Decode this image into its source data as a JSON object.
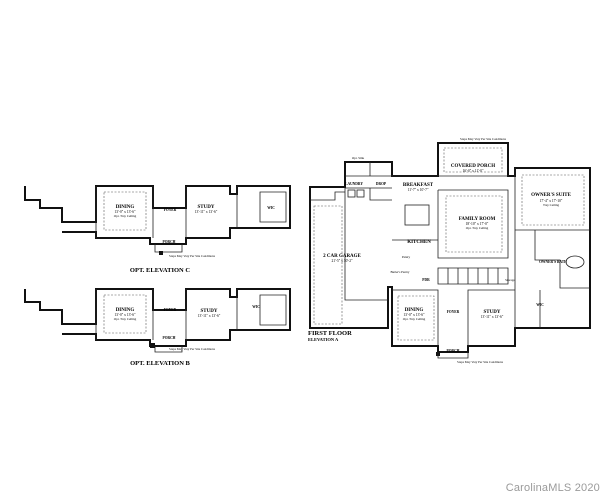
{
  "watermark": "CarolinaMLS 2020",
  "opt_c": {
    "title": "OPT. ELEVATION C",
    "dining": {
      "name": "DINING",
      "dims": "13'-0\" x 13'-6\"",
      "note": "Opt. Tray Ceiling"
    },
    "foyer": "FOYER",
    "study": {
      "name": "STUDY",
      "dims": "13'-11\" x 13'-6\""
    },
    "wic": "WIC",
    "porch": "PORCH",
    "steps_note": "Steps May Vary Per Site Conditions"
  },
  "opt_b": {
    "title": "OPT. ELEVATION B",
    "dining": {
      "name": "DINING",
      "dims": "13'-0\" x 13'-6\"",
      "note": "Opt. Tray Ceiling"
    },
    "foyer": "FOYER",
    "study": {
      "name": "STUDY",
      "dims": "13'-11\" x 13'-6\""
    },
    "wic": "WIC",
    "porch": "PORCH",
    "steps_note": "Steps May Vary Per Site Conditions"
  },
  "first_floor": {
    "title": "FIRST FLOOR",
    "subtitle": "ELEVATION A",
    "garage": {
      "name": "2 CAR GARAGE",
      "dims": "21'-5\" x 30'-2\""
    },
    "laundry": "LAUNDRY",
    "opt_sink": "Opt. Sink",
    "drop": "DROP",
    "breakfast": {
      "name": "BREAKFAST",
      "dims": "11'-7\" x 10'-7\""
    },
    "covered_porch": {
      "name": "COVERED PORCH",
      "dims": "16'-0\" x 11'-0\""
    },
    "family": {
      "name": "FAMILY ROOM",
      "dims": "18'-10\" x 17'-0\"",
      "note": "Opt. Tray Ceiling"
    },
    "owners_suite": {
      "name": "OWNER'S SUITE",
      "dims": "17'-4\" x 17'-10\"",
      "note": "Tray Ceiling"
    },
    "kitchen": "KITCHEN",
    "owners_bath": "OWNER'S BATH",
    "dining": {
      "name": "DINING",
      "dims": "13'-0\" x 13'-6\"",
      "note": "Opt. Tray Ceiling"
    },
    "foyer": "FOYER",
    "study": {
      "name": "STUDY",
      "dims": "13'-11\" x 13'-6\""
    },
    "wic": "WIC",
    "pwdr": "PDR",
    "butler": "Butler's Pantry",
    "pantry": "Pantry",
    "storage": "Storage",
    "porch": "PORCH",
    "steps_note": "Steps May Vary Per Site Conditions",
    "steps_note_porch": "Steps May Vary Per Site Conditions"
  }
}
